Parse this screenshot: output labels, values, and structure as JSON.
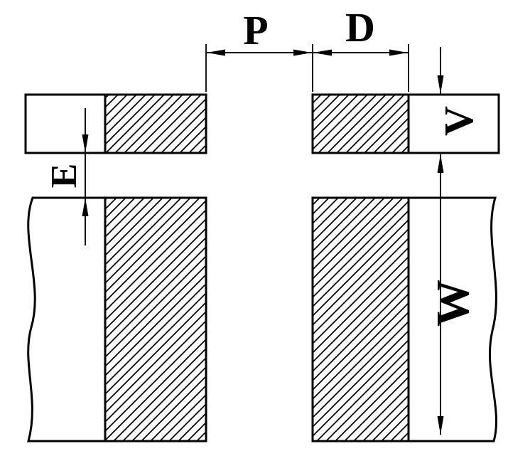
{
  "figure": {
    "dimension_labels": {
      "p": "P",
      "d": "D",
      "e": "E",
      "v": "V",
      "w": "W"
    },
    "colors": {
      "line": "#000000",
      "background": "#ffffff"
    }
  }
}
